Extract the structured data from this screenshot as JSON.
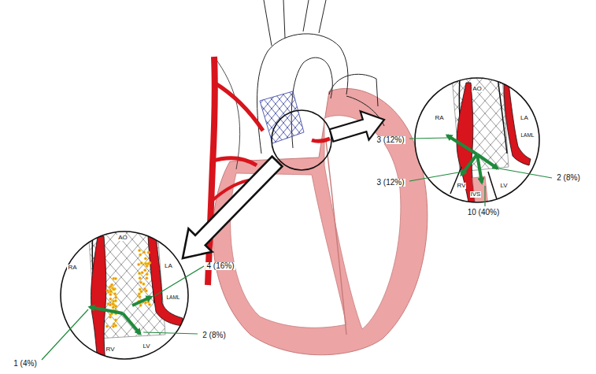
{
  "diagram": {
    "labels": [
      "AO",
      "RA",
      "LA",
      "3 (12%)",
      "LAML",
      "2 (8%)",
      "3 (12%)",
      "RV",
      "LV",
      "IVS",
      "10 (40%)",
      "AO",
      "RA",
      "LA",
      "4 (16%)",
      "LAML",
      "2 (8%)",
      "1 (4%)",
      "RV",
      "LV"
    ]
  }
}
